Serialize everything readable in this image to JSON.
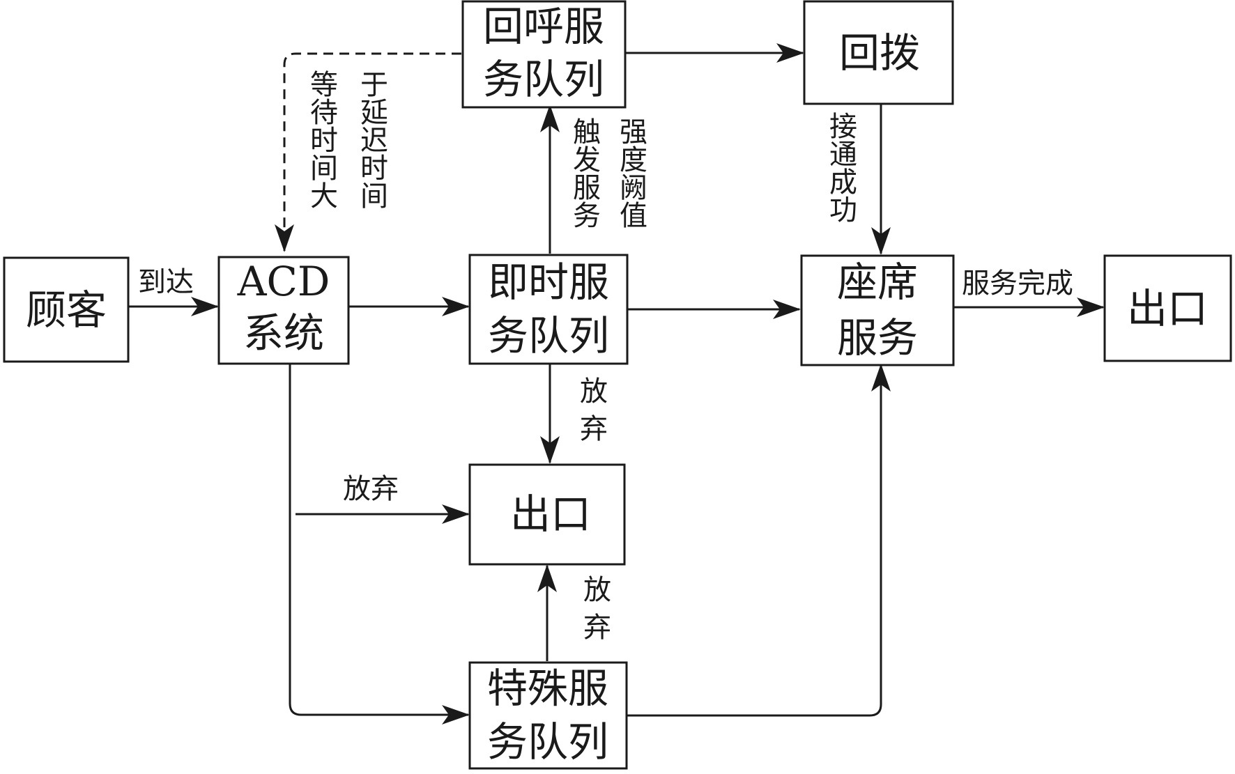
{
  "nodes": {
    "customer": {
      "lines": [
        "顾客"
      ]
    },
    "acd": {
      "lines": [
        "ACD",
        "系统"
      ]
    },
    "callback_queue": {
      "lines": [
        "回呼服",
        "务队列"
      ]
    },
    "redial": {
      "lines": [
        "回拨"
      ]
    },
    "instant_queue": {
      "lines": [
        "即时服",
        "务队列"
      ]
    },
    "agent_service": {
      "lines": [
        "座席",
        "服务"
      ]
    },
    "exit_right": {
      "lines": [
        "出口"
      ]
    },
    "exit_center": {
      "lines": [
        "出口"
      ]
    },
    "special_queue": {
      "lines": [
        "特殊服",
        "务队列"
      ]
    }
  },
  "edges": {
    "arrive": "到达",
    "wait_exceeds_delay": [
      "等待时间大",
      "于延迟时间"
    ],
    "trigger_threshold": [
      "触发服务",
      "强度阙值"
    ],
    "connect_success": "接通成功",
    "service_complete": "服务完成",
    "abandon_instant": "放弃",
    "abandon_acd": "放弃",
    "abandon_special": "放弃"
  }
}
